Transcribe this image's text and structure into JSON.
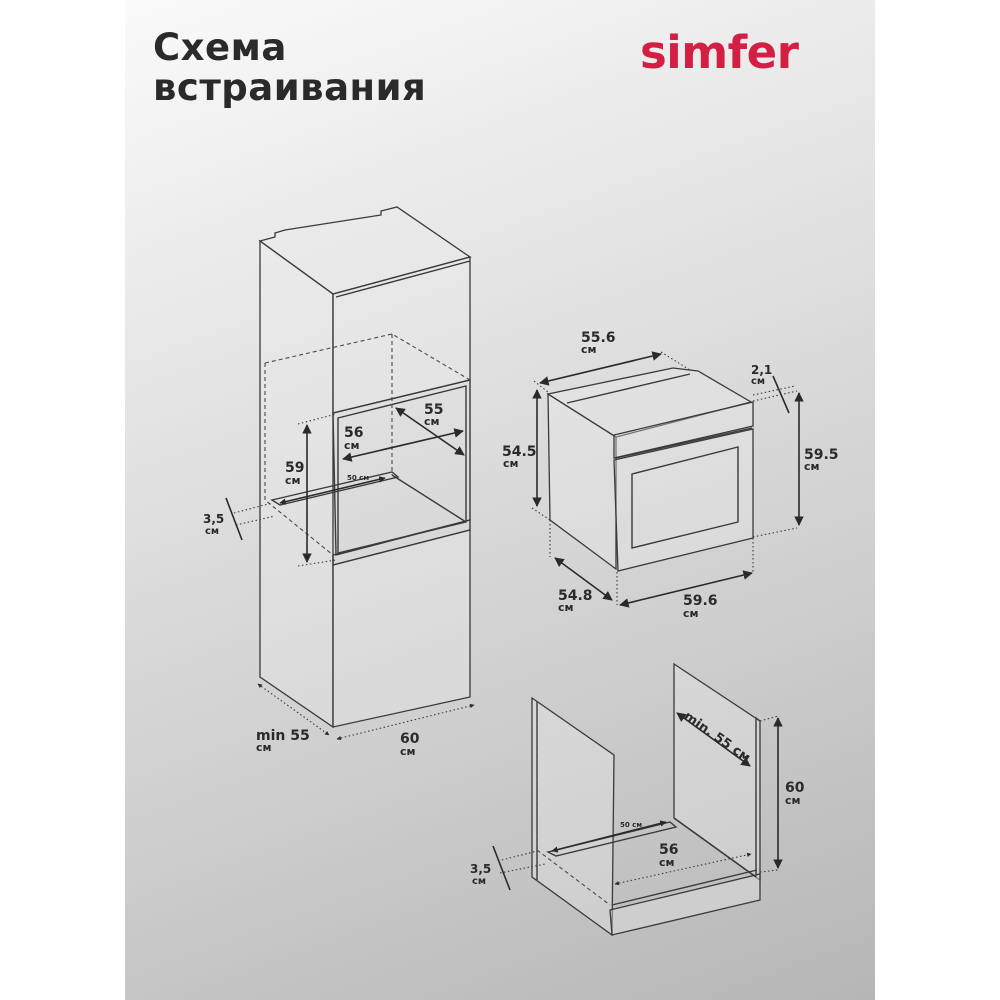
{
  "header": {
    "title_line1": "Схема",
    "title_line2": "встраивания",
    "brand": "simfer",
    "brand_color": "#d41f45"
  },
  "column_cabinet": {
    "depth": {
      "value": "min 55",
      "unit": "см"
    },
    "width": {
      "value": "60",
      "unit": "см"
    },
    "niche_height": {
      "value": "59",
      "unit": "см"
    },
    "niche_width": {
      "value": "56",
      "unit": "см"
    },
    "niche_depth": {
      "value": "55",
      "unit": "см"
    },
    "vent_opening": {
      "value": "50 см"
    },
    "gap": {
      "value": "3,5",
      "unit": "см"
    }
  },
  "oven": {
    "depth_top": {
      "value": "55.6",
      "unit": "см"
    },
    "body_height": {
      "value": "54.5",
      "unit": "см"
    },
    "front_thickness": {
      "value": "2,1",
      "unit": "см"
    },
    "front_height": {
      "value": "59.5",
      "unit": "см"
    },
    "body_depth": {
      "value": "54.8",
      "unit": "см"
    },
    "front_width": {
      "value": "59.6",
      "unit": "см"
    }
  },
  "base_cabinet": {
    "depth": {
      "value": "min. 55 см"
    },
    "height": {
      "value": "60",
      "unit": "см"
    },
    "vent_opening": {
      "value": "50 см"
    },
    "niche_width": {
      "value": "56",
      "unit": "см"
    },
    "gap": {
      "value": "3,5",
      "unit": "см"
    }
  }
}
